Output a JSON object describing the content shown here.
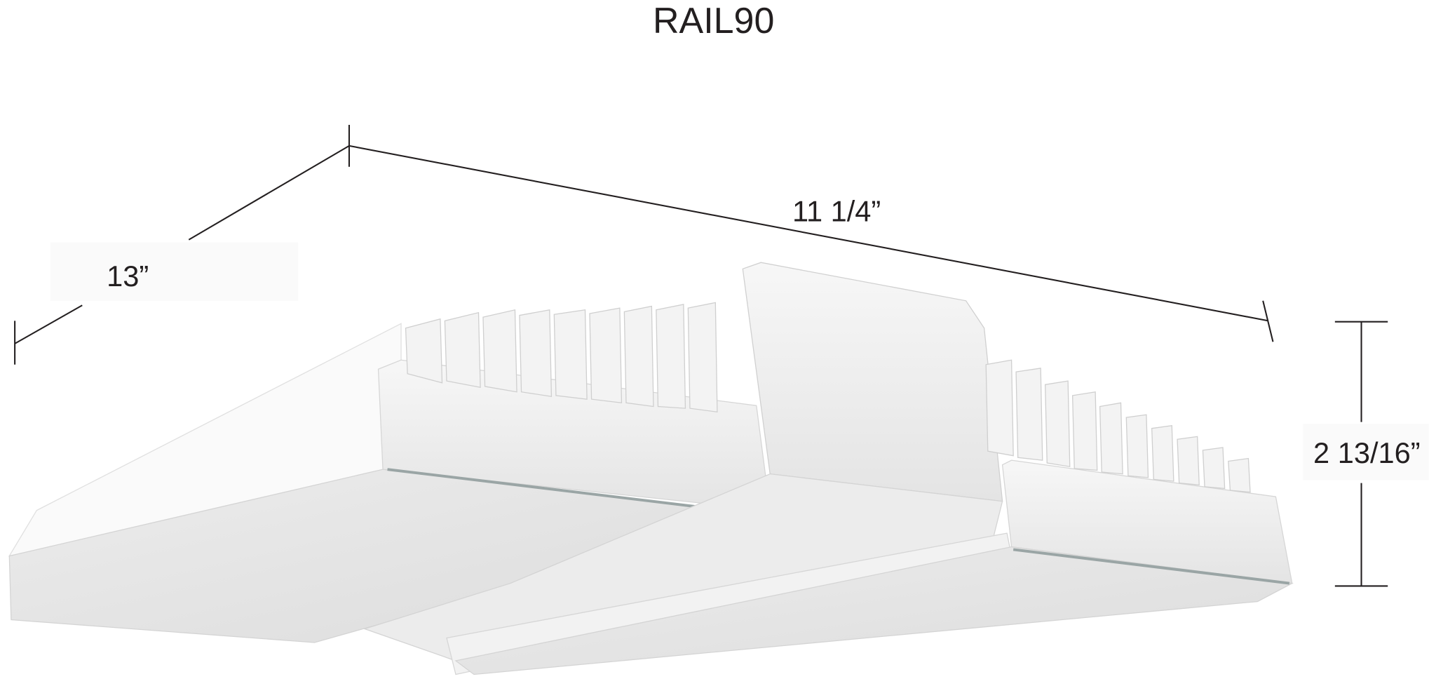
{
  "title": "RAIL90",
  "dimensions": {
    "length": "11 1/4”",
    "width": "13”",
    "height": "2 13/16”"
  },
  "colors": {
    "line": "#231f20",
    "fixture_body": "#f4f4f4",
    "fixture_shadow": "#d9d9d9",
    "lens": "#e6e6e6"
  }
}
